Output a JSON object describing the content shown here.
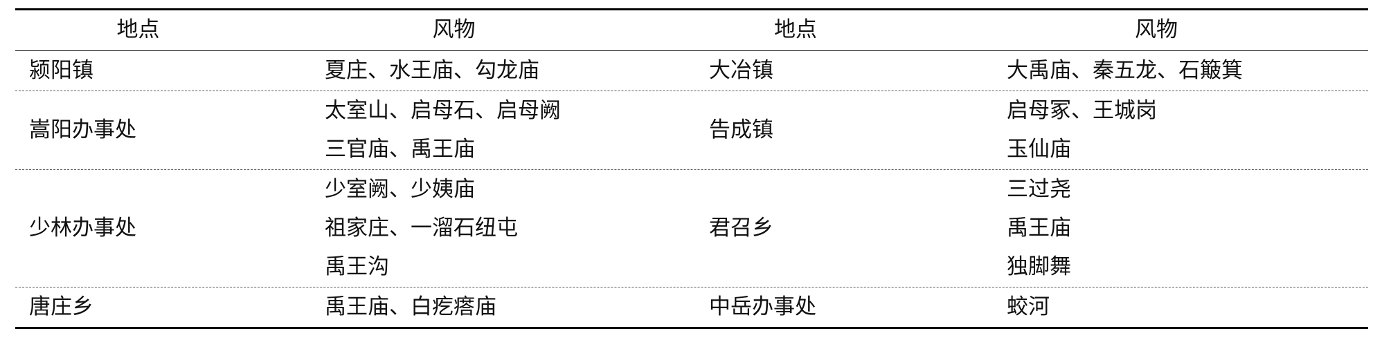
{
  "table": {
    "headers": [
      "地点",
      "风物",
      "地点",
      "风物"
    ],
    "rows": [
      {
        "place1": "颍阳镇",
        "items1": [
          "夏庄、水王庙、勾龙庙"
        ],
        "place2": "大冶镇",
        "items2": [
          "大禹庙、秦五龙、石簸箕"
        ]
      },
      {
        "place1": "嵩阳办事处",
        "items1": [
          "太室山、启母石、启母阙",
          "三官庙、禹王庙"
        ],
        "place2": "告成镇",
        "items2": [
          "启母冢、王城岗",
          "玉仙庙"
        ]
      },
      {
        "place1": "少林办事处",
        "items1": [
          "少室阙、少姨庙",
          "祖家庄、一溜石纽屯",
          "禹王沟"
        ],
        "place2": "君召乡",
        "items2": [
          "三过尧",
          "禹王庙",
          "独脚舞"
        ]
      },
      {
        "place1": "唐庄乡",
        "items1": [
          "禹王庙、白疙瘩庙"
        ],
        "place2": "中岳办事处",
        "items2": [
          "蛟河"
        ]
      }
    ]
  }
}
